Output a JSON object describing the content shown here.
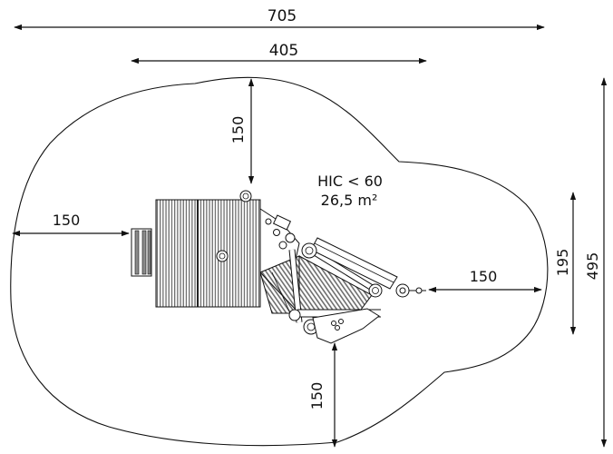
{
  "diagram": {
    "dimensions": {
      "overall_width": "705",
      "equipment_width": "405",
      "clearance_top": "150",
      "clearance_left": "150",
      "clearance_right": "150",
      "clearance_bottom": "150",
      "equipment_depth": "195",
      "overall_depth": "495"
    },
    "safety": {
      "hic": "HIC < 60",
      "area": "26,5 m²"
    }
  },
  "colors": {
    "line": "#111111",
    "deck": "#777777",
    "background": "#ffffff"
  }
}
